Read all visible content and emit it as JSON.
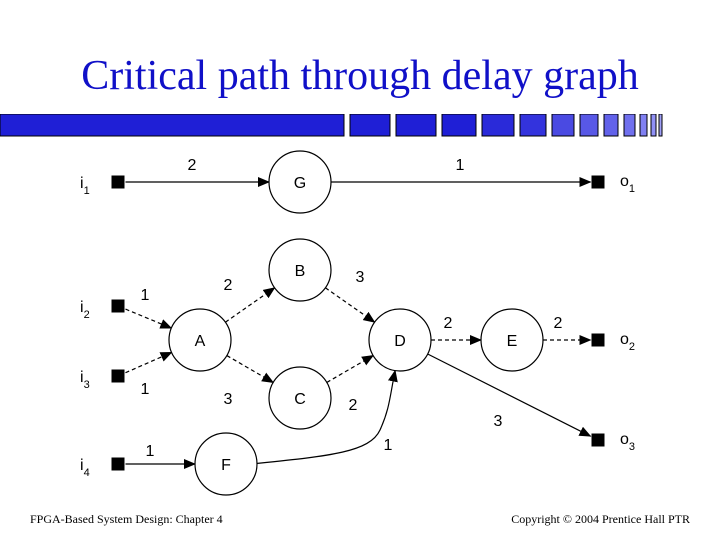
{
  "title": "Critical path through delay graph",
  "footer": {
    "left": "FPGA-Based System Design: Chapter 4",
    "right": "Copyright © 2004 Prentice Hall PTR"
  },
  "colors": {
    "title": "#1010c8",
    "bar": "#1f1fd6",
    "bar_light": "#6b6bf0"
  },
  "diagram": {
    "inputs": [
      {
        "id": "i1",
        "base": "i",
        "sub": "1"
      },
      {
        "id": "i2",
        "base": "i",
        "sub": "2"
      },
      {
        "id": "i3",
        "base": "i",
        "sub": "3"
      },
      {
        "id": "i4",
        "base": "i",
        "sub": "4"
      }
    ],
    "outputs": [
      {
        "id": "o1",
        "base": "o",
        "sub": "1"
      },
      {
        "id": "o2",
        "base": "o",
        "sub": "2"
      },
      {
        "id": "o3",
        "base": "o",
        "sub": "3"
      }
    ],
    "nodes": [
      {
        "id": "G",
        "label": "G"
      },
      {
        "id": "B",
        "label": "B"
      },
      {
        "id": "A",
        "label": "A"
      },
      {
        "id": "C",
        "label": "C"
      },
      {
        "id": "D",
        "label": "D"
      },
      {
        "id": "E",
        "label": "E"
      },
      {
        "id": "F",
        "label": "F"
      }
    ],
    "edges": [
      {
        "from": "i1",
        "to": "G",
        "weight": "2",
        "critical": false
      },
      {
        "from": "G",
        "to": "o1",
        "weight": "1",
        "critical": false
      },
      {
        "from": "i2",
        "to": "A",
        "weight": "1",
        "critical": true
      },
      {
        "from": "i3",
        "to": "A",
        "weight": "1",
        "critical": true
      },
      {
        "from": "A",
        "to": "B",
        "weight": "2",
        "critical": true
      },
      {
        "from": "A",
        "to": "C",
        "weight": "3",
        "critical": true
      },
      {
        "from": "B",
        "to": "D",
        "weight": "3",
        "critical": true
      },
      {
        "from": "C",
        "to": "D",
        "weight": "2",
        "critical": true
      },
      {
        "from": "i4",
        "to": "F",
        "weight": "1",
        "critical": false
      },
      {
        "from": "F",
        "to": "D",
        "weight": "1",
        "critical": false
      },
      {
        "from": "D",
        "to": "E",
        "weight": "2",
        "critical": true
      },
      {
        "from": "E",
        "to": "o2",
        "weight": "2",
        "critical": true
      },
      {
        "from": "D",
        "to": "o3",
        "weight": "3",
        "critical": false
      }
    ]
  }
}
